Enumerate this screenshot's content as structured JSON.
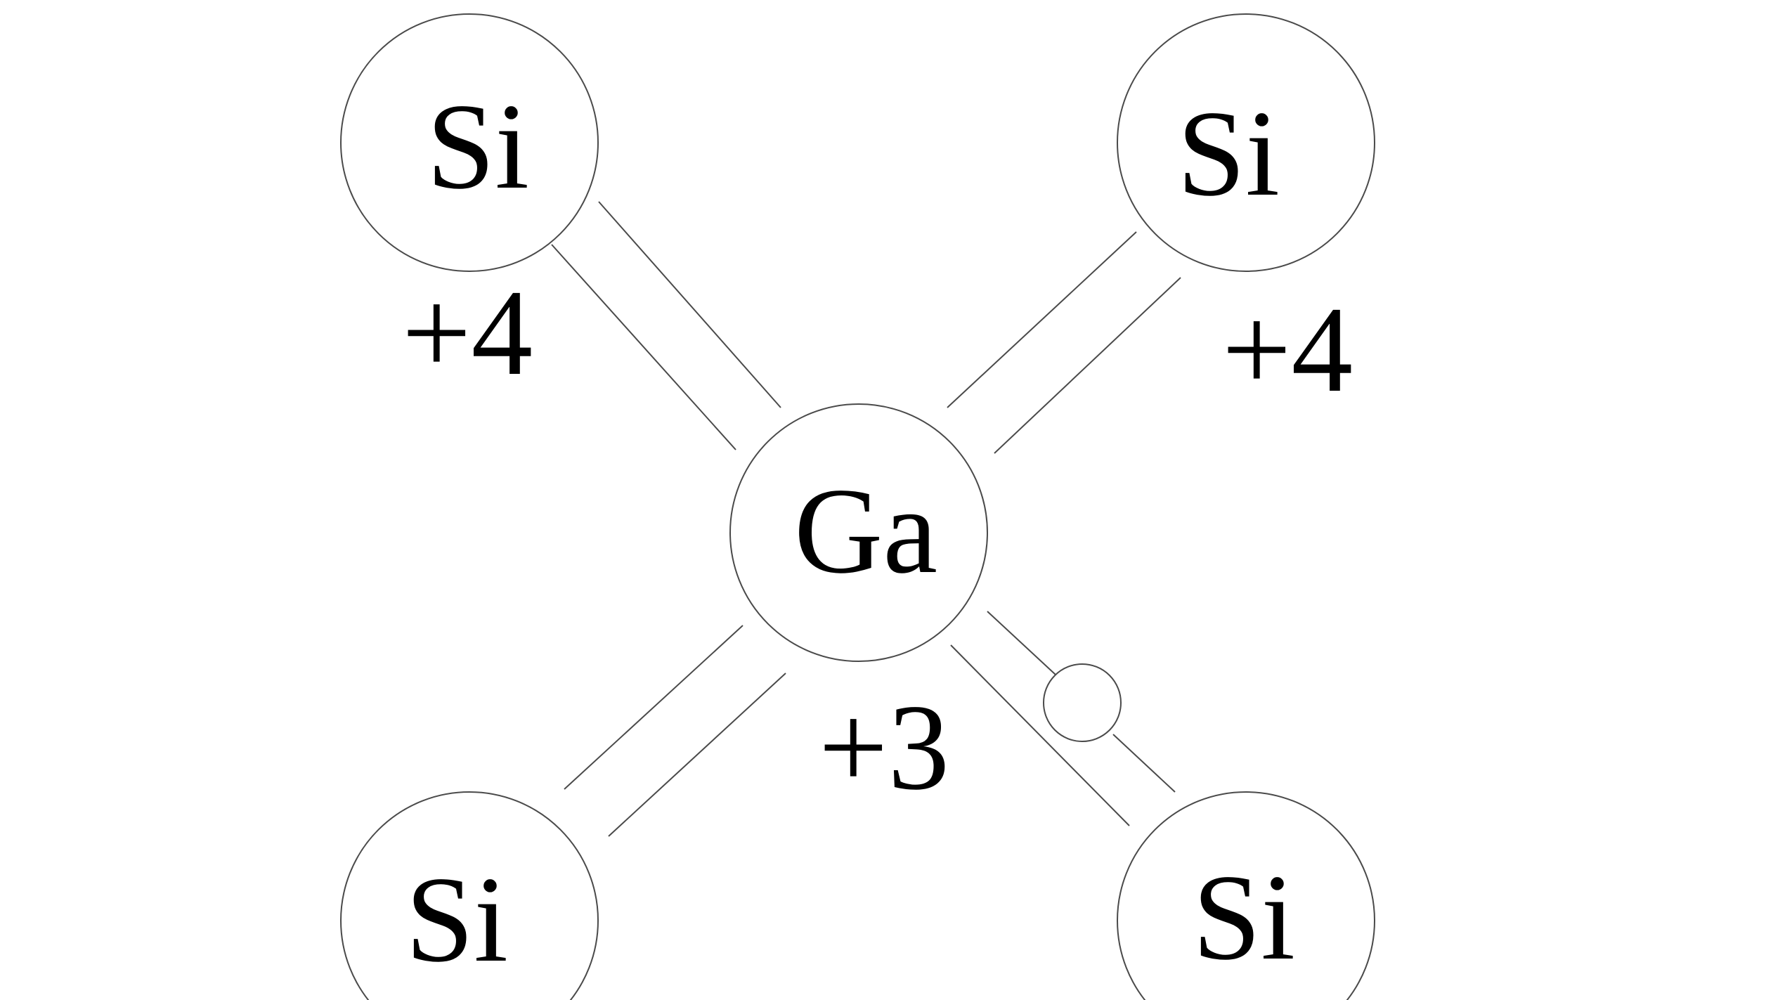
{
  "atoms": {
    "top_left": {
      "symbol": "Si",
      "charge": "+4"
    },
    "top_right": {
      "symbol": "Si",
      "charge": "+4"
    },
    "center": {
      "symbol": "Ga",
      "charge": "+3"
    },
    "bottom_left": {
      "symbol": "Si"
    },
    "bottom_right": {
      "symbol": "Si"
    }
  },
  "colors": {
    "outline": "#4a4a4a",
    "text": "#000000",
    "background": "#ffffff"
  }
}
